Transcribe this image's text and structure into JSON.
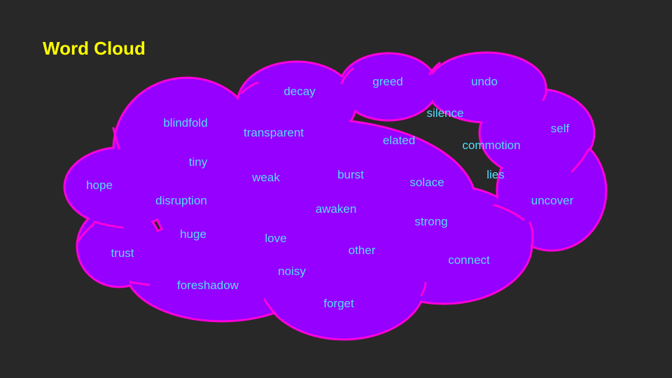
{
  "slide": {
    "title": "Word Cloud",
    "colors": {
      "background": "#282828",
      "title": "#ffff00",
      "cloud_fill": "#9500ff",
      "cloud_outline": "#ff00dd",
      "word_text": "#55ddff"
    }
  },
  "words": [
    "decay",
    "greed",
    "undo",
    "silence",
    "self",
    "blindfold",
    "transparent",
    "elated",
    "commotion",
    "tiny",
    "hope",
    "weak",
    "burst",
    "solace",
    "lies",
    "disruption",
    "awaken",
    "uncover",
    "strong",
    "huge",
    "love",
    "trust",
    "other",
    "connect",
    "noisy",
    "foreshadow",
    "forget"
  ]
}
